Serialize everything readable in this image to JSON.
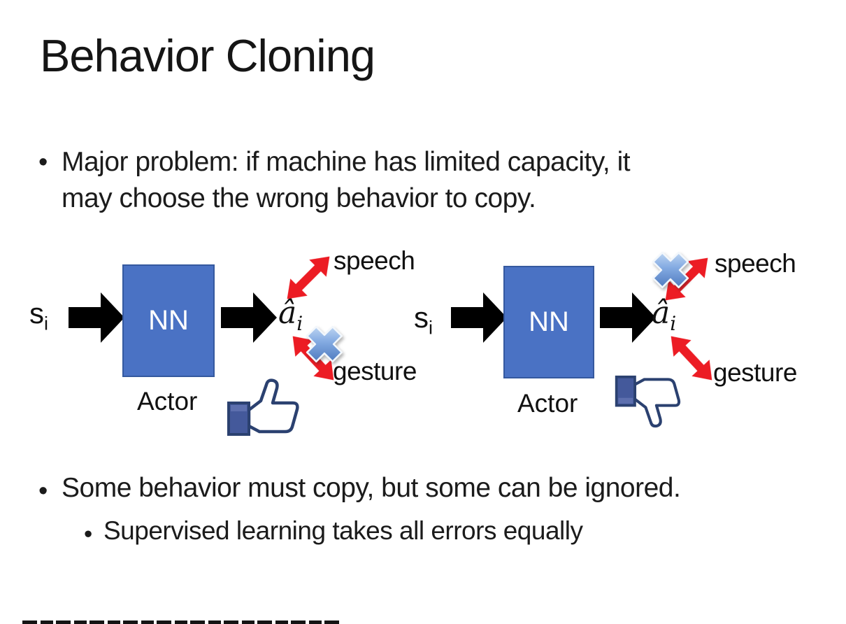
{
  "slide": {
    "title": "Behavior Cloning",
    "bullet1_line1": "Major problem: if machine has limited capacity, it",
    "bullet1_line2": "may choose the wrong behavior to copy.",
    "bullet2": "Some behavior must copy, but some can be ignored.",
    "bullet3": "Supervised learning takes all errors equally",
    "bullet_glyph": "•"
  },
  "diagram": {
    "left": {
      "input_main": "s",
      "input_sub": "i",
      "box_label": "NN",
      "output_main": "â",
      "output_sub": "i",
      "speech_label": "speech",
      "gesture_label": "gesture",
      "actor_label": "Actor",
      "crossed_out_action": "gesture",
      "feedback_icon": "thumbs-up"
    },
    "right": {
      "input_main": "s",
      "input_sub": "i",
      "box_label": "NN",
      "output_main": "â",
      "output_sub": "i",
      "speech_label": "speech",
      "gesture_label": "gesture",
      "actor_label": "Actor",
      "crossed_out_action": "speech",
      "feedback_icon": "thumbs-down"
    }
  },
  "colors": {
    "nn_box_fill": "#4a72c4",
    "nn_box_border": "#35599f",
    "flow_arrow": "#000000",
    "action_arrow_red": "#ec1c24",
    "cross_blue": "#4f7fd0",
    "thumb_outline": "#2b4170",
    "thumb_sleeve": "#44599b",
    "text": "#1b1b1b"
  }
}
